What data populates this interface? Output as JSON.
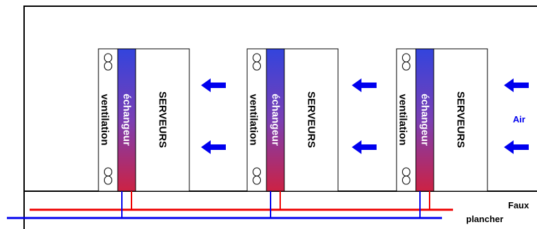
{
  "racks": [
    {
      "ventilation": "ventilation",
      "exchanger": "échangeur",
      "servers": "SERVEURS"
    },
    {
      "ventilation": "ventilation",
      "exchanger": "échangeur",
      "servers": "SERVEURS"
    },
    {
      "ventilation": "ventilation",
      "exchanger": "échangeur",
      "servers": "SERVEURS"
    }
  ],
  "labels": {
    "air": "Air",
    "floor_line1": "Faux",
    "floor_line2": "plancher"
  },
  "colors": {
    "outline": "#000000",
    "arrow": "#0000ee",
    "air_label": "#0000ee",
    "hot_pipe": "#ee0000",
    "cold_pipe": "#0000ee",
    "exchanger_top": "#3344dd",
    "exchanger_bottom": "#cc2244",
    "exchanger_text": "#ffffff"
  }
}
